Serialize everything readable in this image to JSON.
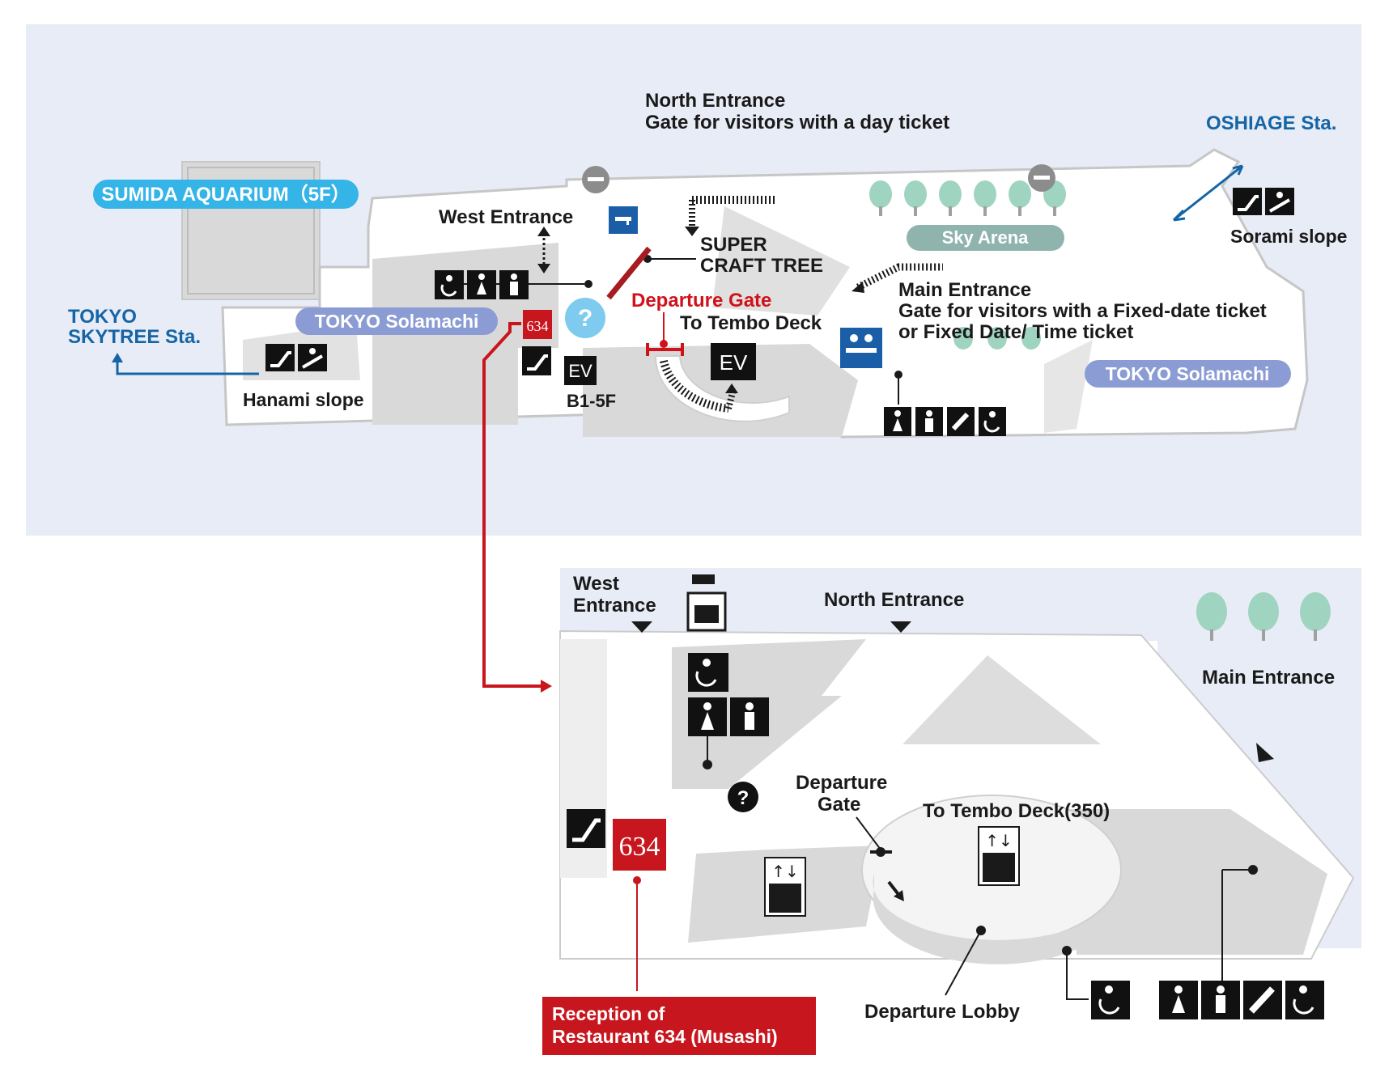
{
  "upper_map": {
    "stations": {
      "tokyo_skytree": "TOKYO\nSKYTREE Sta.",
      "oshiage": "OSHIAGE Sta."
    },
    "aquarium": "SUMIDA AQUARIUM（5F）",
    "solamachi_west": "TOKYO Solamachi",
    "solamachi_east": "TOKYO Solamachi",
    "sky_arena": "Sky Arena",
    "north_entrance": [
      "North Entrance",
      "Gate for visitors with a day ticket"
    ],
    "west_entrance": "West Entrance",
    "super_craft_tree": [
      "SUPER",
      "CRAFT TREE"
    ],
    "departure_gate": "Departure Gate",
    "to_tembo_deck": "To Tembo Deck",
    "ev_label": "EV",
    "ev_big": "EV",
    "floors": "B1-5F",
    "main_entrance": [
      "Main Entrance",
      "Gate for visitors with a Fixed-date ticket",
      "or Fixed Date/ Time ticket"
    ],
    "hanami_slope": "Hanami slope",
    "sorami_slope": "Sorami slope",
    "info_mark": "?",
    "restaurant_logo": "634"
  },
  "lower_map": {
    "west_entrance": [
      "West",
      "Entrance"
    ],
    "north_entrance": "North Entrance",
    "main_entrance": "Main Entrance",
    "departure_gate": [
      "Departure",
      "Gate"
    ],
    "to_tembo_deck": "To Tembo Deck(350)",
    "departure_lobby": "Departure Lobby",
    "restaurant_reception": [
      "Reception of",
      "Restaurant 634 (Musashi)"
    ],
    "info_mark": "?",
    "restaurant_logo": "634"
  },
  "icons": [
    "accessible-toilet-icon",
    "female-toilet-icon",
    "male-toilet-icon",
    "escalator-icon",
    "slope-icon",
    "elevator-icon",
    "locker-icon",
    "smoking-area-icon",
    "nursing-room-icon",
    "ticket-counter-icon",
    "info-icon",
    "tree-icon"
  ],
  "colors": {
    "background_panel": "#e8ecf6",
    "building": "#ffffff",
    "floor_grey": "#d9d9d9",
    "station_blue": "#1565a6",
    "aquarium_pill": "#35b4e8",
    "solamachi_pill": "#8a9cd3",
    "sky_arena_pill": "#8fb3ad",
    "restaurant_red": "#c8161e",
    "info_light_blue": "#7fcbef",
    "tree_green": "#9fd4c0"
  }
}
